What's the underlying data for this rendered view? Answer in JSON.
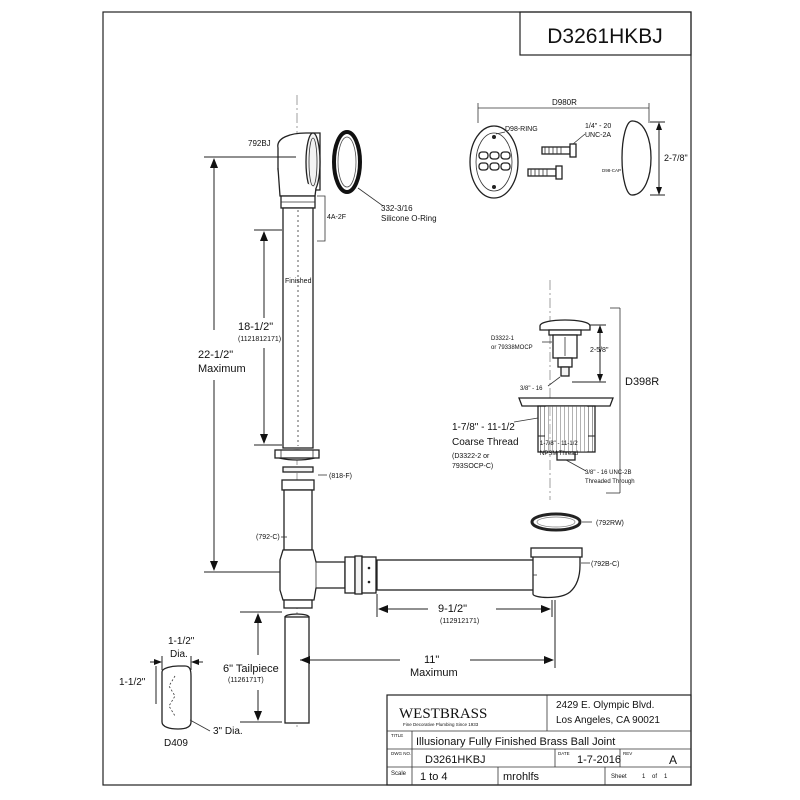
{
  "drawing_number_header": "D3261HKBJ",
  "callouts": {
    "elbow": "792BJ",
    "o_ring_size": "332-3/16",
    "o_ring_desc": "Silicone O-Ring",
    "tube_code": "4A-2F",
    "finished": "Finished",
    "lift_assembly": "D980R",
    "ring": "D98-RING",
    "screw_spec_1": "1/4\" - 20",
    "screw_spec_2": "UNC-2A",
    "cap_code": "D98-CAP",
    "cap_dim": "2-7/8\"",
    "washer": "(818-F)",
    "tee": "(792-C)",
    "rubber_washer": "(792RW)",
    "shoe_elbow": "(792B-C)",
    "stopper_code_1": "D3322-1",
    "stopper_code_2": "or 79338MOCP",
    "stopper_height": "2-5/8\"",
    "stopper_thread": "3/8\" - 16",
    "drain_assembly": "D398R",
    "coarse_size": "1-7/8\" - 11-1/2",
    "coarse_label": "Coarse Thread",
    "coarse_part_1": "(D3322-2 or",
    "coarse_part_2": "793SOCP-C)",
    "npsm_1": "1-7/8\" - 11-1/2",
    "npsm_2": "NPSM Thread",
    "through_1": "3/8\" - 16 UNC-2B",
    "through_2": "Threaded Through",
    "tailpiece_label": "D409",
    "tailpiece_dia": "1-1/2\"",
    "tailpiece_dia_word": "Dia.",
    "tailpiece_side": "1-1/2\"",
    "tailpiece_3dia": "3\" Dia."
  },
  "dimensions": {
    "overflow_len": "18-1/2\"",
    "overflow_code": "(1121812171)",
    "max_len": "22-1/2\"",
    "max_word": "Maximum",
    "horiz_len": "9-1/2\"",
    "horiz_code": "(112912171)",
    "reach_len": "11\"",
    "reach_word": "Maximum",
    "tail_len": "6\" Tailpiece",
    "tail_code": "(1126171T)"
  },
  "title_block": {
    "brand": "WESTBRASS",
    "tagline": "Fine Decorative Plumbing Since 1933",
    "address_1": "2429 E. Olympic Blvd.",
    "address_2": "Los Angeles, CA 90021",
    "title_label": "TITLE",
    "title": "Illusionary Fully Finished Brass Ball Joint",
    "dwg_label": "DWG NO.",
    "dwg_value": "D3261HKBJ",
    "date_label": "DATE",
    "date_value": "1-7-2016",
    "rev_label": "REV",
    "rev_value": "A",
    "scale_label": "Scale",
    "scale_value": "1 to 4",
    "drawn_by": "mrohlfs",
    "sheet_label": "Sheet",
    "sheet_value": "1",
    "sheet_of": "of",
    "sheet_total": "1"
  }
}
